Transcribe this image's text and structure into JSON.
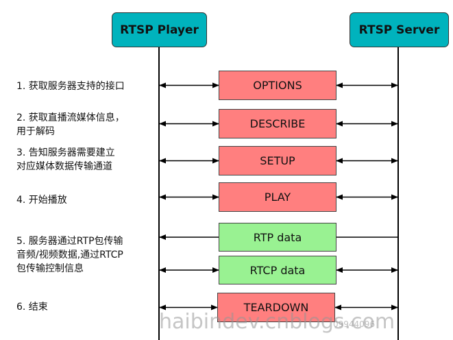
{
  "actors": {
    "player": "RTSP Player",
    "server": "RTSP Server"
  },
  "steps": [
    {
      "label": "1. 获取服务器支持的接口",
      "message": "OPTIONS",
      "kind": "request",
      "direction": "both"
    },
    {
      "label": "2. 获取直播流媒体信息，\n用于解码",
      "message": "DESCRIBE",
      "kind": "request",
      "direction": "both"
    },
    {
      "label": "3. 告知服务器需要建立\n对应媒体数据传输通道",
      "message": "SETUP",
      "kind": "request",
      "direction": "both"
    },
    {
      "label": "4. 开始播放",
      "message": "PLAY",
      "kind": "request",
      "direction": "both"
    },
    {
      "label": "5. 服务器通过RTP包传输\n音频/视频数据,通过RTCP\n包传输控制信息",
      "message": "RTP data",
      "kind": "data",
      "direction": "to-player"
    },
    {
      "label": "",
      "message": "RTCP data",
      "kind": "data",
      "direction": "both"
    },
    {
      "label": "6. 结束",
      "message": "TEARDOWN",
      "kind": "request",
      "direction": "both"
    }
  ],
  "watermark": "haibindev.cnblogs.com",
  "watermark_small": "09944096",
  "colors": {
    "actor": "#00b3bd",
    "request": "#ff7f7f",
    "data": "#99f292"
  }
}
